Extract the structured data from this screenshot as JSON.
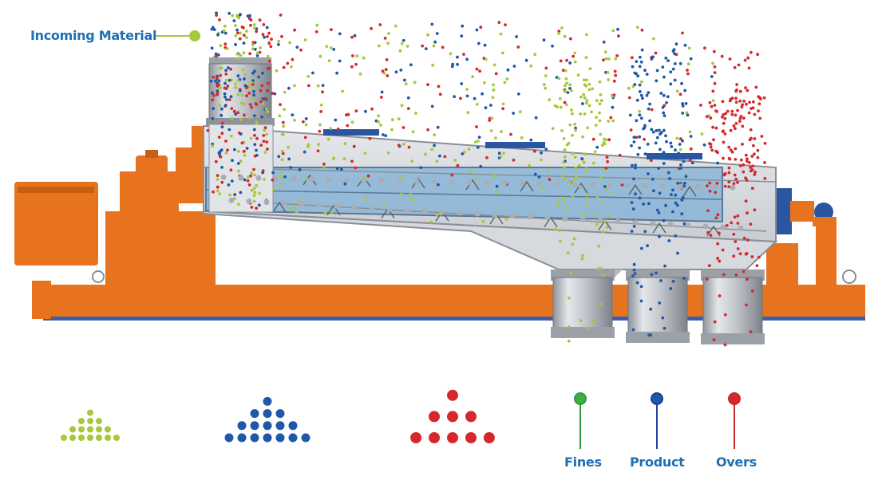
{
  "labels": {
    "incoming": "Incoming Material",
    "fines": "Fines",
    "product": "Product",
    "overs": "Overs"
  },
  "colors": {
    "label_text": "#1f6fb4",
    "frame_orange": "#e8731e",
    "frame_orange_dark": "#c85e12",
    "screen_gray": "#d3d7dd",
    "screen_edge": "#8a8f96",
    "screen_blue": "#7fb0d6",
    "fines": "#a6c83a",
    "product": "#1e58a8",
    "overs": "#d6282c",
    "fines_line": "#2e9a46",
    "product_line": "#1e3f9a",
    "overs_line": "#c62a2a",
    "incoming_line": "#a6c83a"
  },
  "legend_piles": [
    {
      "name": "fines",
      "rows": [
        1,
        3,
        5,
        7
      ]
    },
    {
      "name": "product",
      "rows": [
        1,
        3,
        5,
        7
      ]
    },
    {
      "name": "overs",
      "rows": [
        1,
        3,
        5
      ]
    }
  ]
}
